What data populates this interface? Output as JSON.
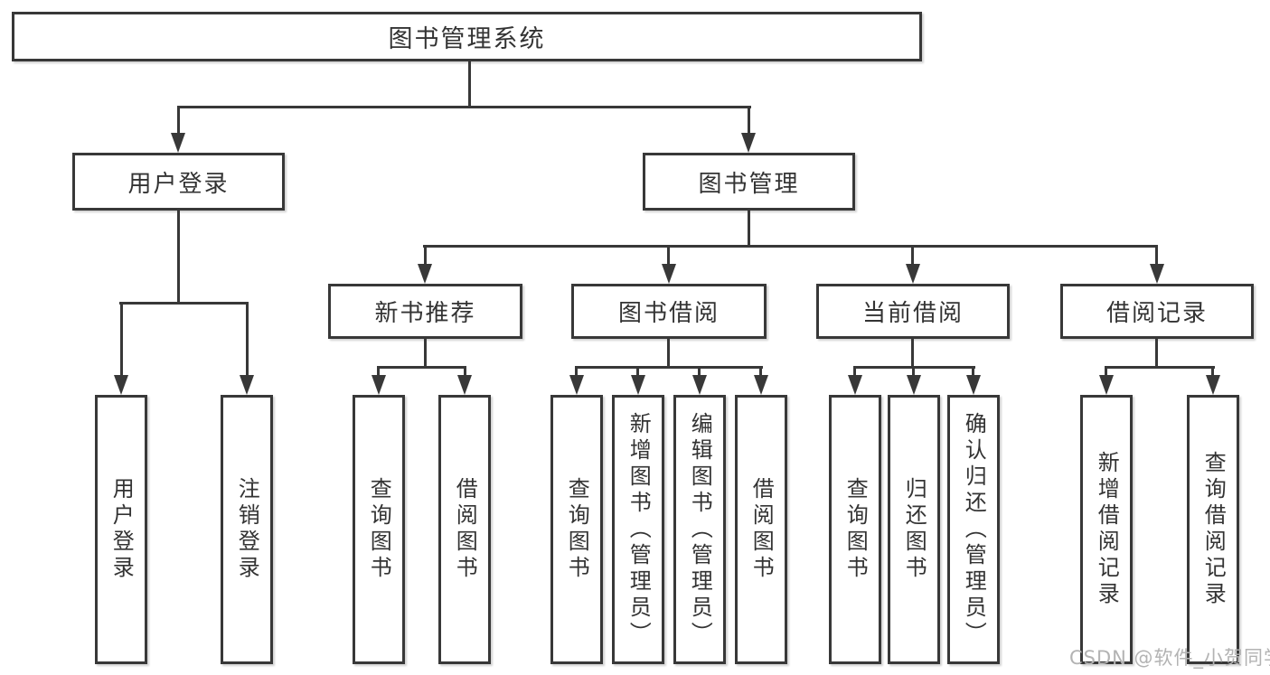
{
  "title": "图书管理系统",
  "watermark": "CSDN @软件_小贺同学",
  "colors": {
    "line": "#383838",
    "border": "#383838",
    "text": "#333333",
    "background": "#ffffff",
    "watermark": "#b3b3b3"
  },
  "tree": {
    "label": "图书管理系统",
    "children": [
      {
        "label": "用户登录",
        "children": [
          {
            "label": "用户登录"
          },
          {
            "label": "注销登录"
          }
        ]
      },
      {
        "label": "图书管理",
        "children": [
          {
            "label": "新书推荐",
            "children": [
              {
                "label": "查询图书"
              },
              {
                "label": "借阅图书"
              }
            ]
          },
          {
            "label": "图书借阅",
            "children": [
              {
                "label": "查询图书"
              },
              {
                "label": "新增图书（管理员）"
              },
              {
                "label": "编辑图书（管理员）"
              },
              {
                "label": "借阅图书"
              }
            ]
          },
          {
            "label": "当前借阅",
            "children": [
              {
                "label": "查询图书"
              },
              {
                "label": "归还图书"
              },
              {
                "label": "确认归还（管理员）"
              }
            ]
          },
          {
            "label": "借阅记录",
            "children": [
              {
                "label": "新增借阅记录"
              },
              {
                "label": "查询借阅记录"
              }
            ]
          }
        ]
      }
    ]
  }
}
